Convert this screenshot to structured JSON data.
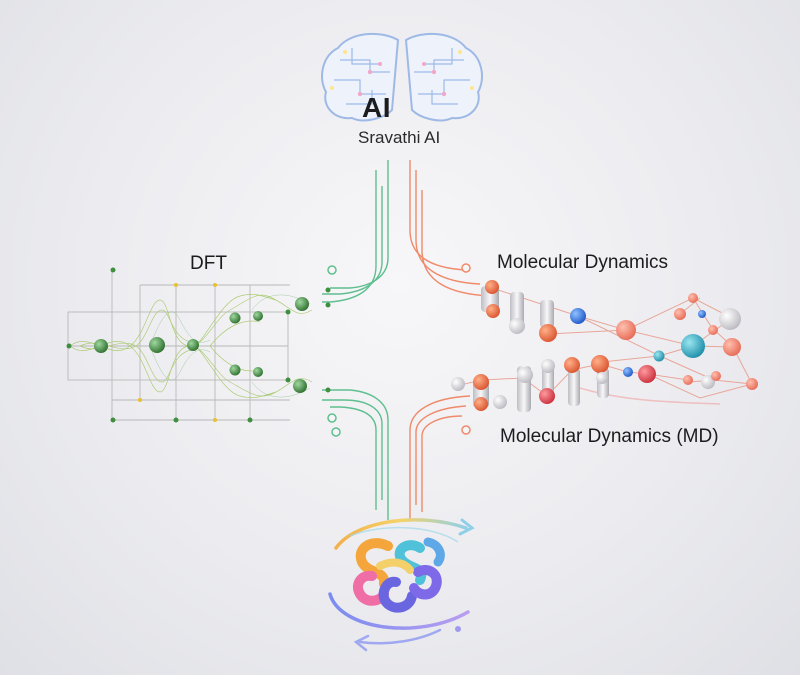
{
  "hub": {
    "title": "AI",
    "subtitle": "Sravathi AI",
    "icon": "brain-circuit-icon",
    "accent": "#8fb4ea"
  },
  "left_panel": {
    "label": "DFT",
    "icon": "dft-wavefunction-grid-icon",
    "color": "#3f8f3f"
  },
  "right_panel": {
    "label_top": "Molecular Dynamics",
    "label_bottom": "Molecular Dynamics (MD)",
    "icon": "molecule-network-icon",
    "color": "#ef6f4f"
  },
  "output": {
    "icon": "molecular-rings-cycle-icon",
    "colors": [
      "#f49a3c",
      "#ef6ea6",
      "#4fc1d8",
      "#6a66e0"
    ]
  },
  "connectors": {
    "green": "#5fbf8f",
    "orange": "#ef8a6a"
  }
}
